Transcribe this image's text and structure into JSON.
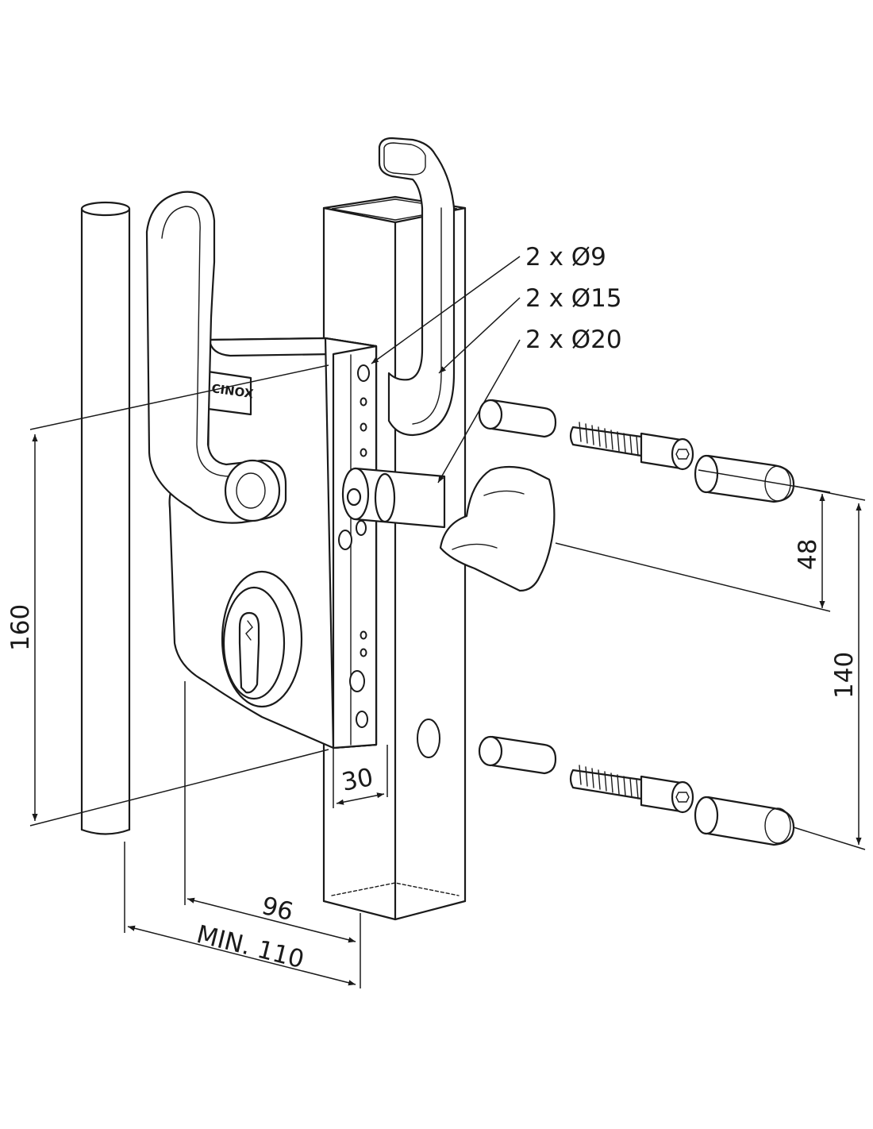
{
  "brand": "CINOX",
  "callouts": {
    "hole_9": "2 x Ø9",
    "hole_15": "2 x Ø15",
    "hole_20": "2 x Ø20"
  },
  "dimensions": {
    "height_total": "160",
    "handle_spacing": "48",
    "fixing_spacing": "140",
    "box_depth": "30",
    "backset": "96",
    "min_width": "MIN. 110"
  }
}
